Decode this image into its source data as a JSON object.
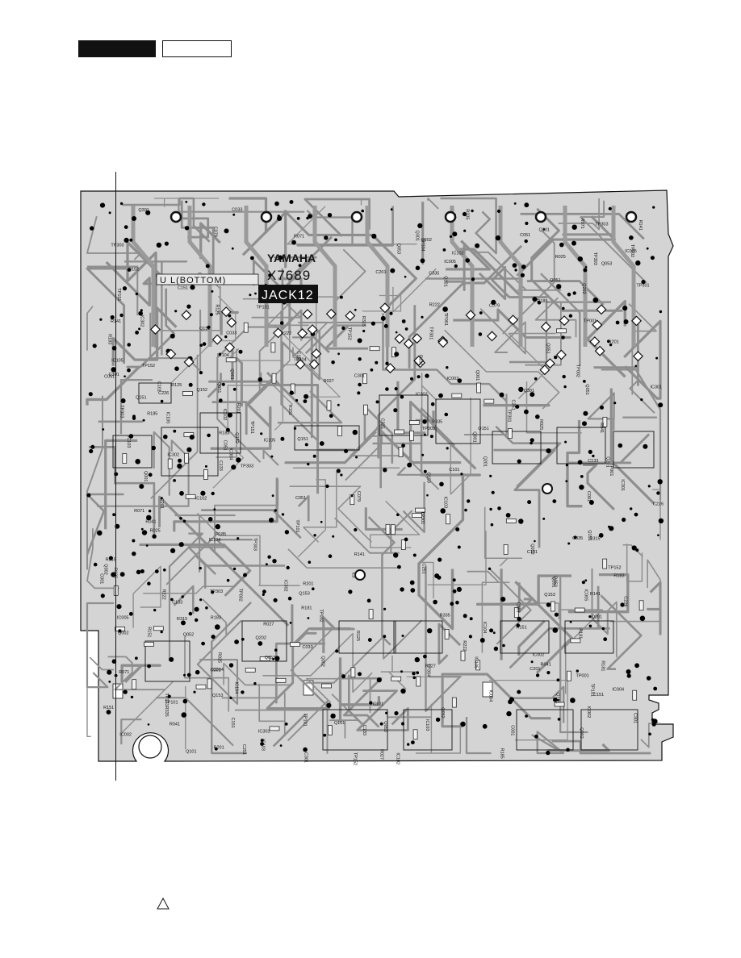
{
  "board": {
    "brand": "YAMAHA",
    "model": "X7689",
    "name": "JACK12",
    "side_label": "U L(BOTTOM)"
  },
  "parts": {
    "ic": [
      "IC301",
      "IC302",
      "IC102",
      "IC104",
      "IC105",
      "IC103",
      "IC002",
      "IC004",
      "IC005"
    ],
    "q": [
      "Q301",
      "Q202",
      "Q201",
      "Q151",
      "Q152",
      "Q101",
      "Q051",
      "Q052",
      "Q001",
      "Q002",
      "Q153",
      "Q053"
    ],
    "tp": [
      "TP301",
      "TP303",
      "TP304",
      "TP151",
      "TP152",
      "TP101",
      "TP303",
      "TP001",
      "TP002"
    ],
    "r": [
      "R335",
      "R315",
      "R222",
      "R151",
      "R181",
      "R125",
      "R071",
      "R027",
      "R025",
      "R183",
      "R185",
      "R041",
      "R141",
      "R201"
    ],
    "c": [
      "C301",
      "C251",
      "C201",
      "C151",
      "C101",
      "C051",
      "C001",
      "C133",
      "C033",
      "C335",
      "C226",
      "C079"
    ]
  },
  "colors": {
    "board": "#d4d4d4",
    "trace": "#8e8e8e",
    "pad": "#000000",
    "silk": "#111111"
  }
}
